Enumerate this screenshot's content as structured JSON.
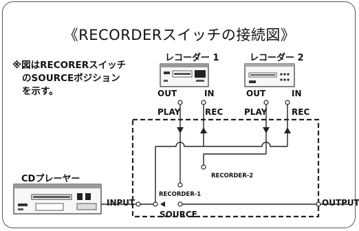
{
  "title": "《RECORDERスイッチの接続図》",
  "note": {
    "lines": [
      "※図はRECORERスイッチ",
      "のSOURCEポジション",
      "を示す。"
    ]
  },
  "recorder1": {
    "label": "レコーダー 1",
    "out_label": "OUT",
    "in_label": "IN",
    "play_label": "PLAY",
    "rec_label": "REC"
  },
  "recorder2": {
    "label": "レコーダー 2",
    "out_label": "OUT",
    "in_label": "IN",
    "play_label": "PLAY",
    "rec_label": "REC"
  },
  "cd_player": {
    "label": "CDプレーヤー",
    "input_label": "INPUT"
  },
  "switch": {
    "position_recorder1": "RECORDER-1",
    "position_recorder2": "RECORDER-2",
    "position_source": "SOURCE",
    "output_label": "OUTPUT"
  }
}
